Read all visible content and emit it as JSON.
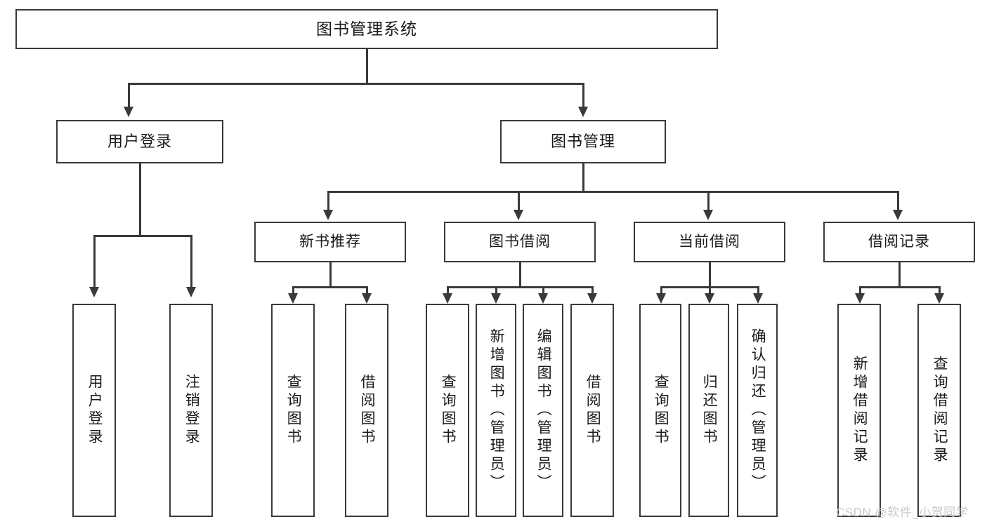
{
  "diagram": {
    "title": "图书管理系统",
    "type": "tree",
    "root": {
      "label": "图书管理系统",
      "children": [
        {
          "label": "用户登录",
          "children": [
            {
              "label": "用户登录"
            },
            {
              "label": "注销登录"
            }
          ]
        },
        {
          "label": "图书管理",
          "children": [
            {
              "label": "新书推荐",
              "children": [
                {
                  "label": "查询图书"
                },
                {
                  "label": "借阅图书"
                }
              ]
            },
            {
              "label": "图书借阅",
              "children": [
                {
                  "label": "查询图书"
                },
                {
                  "label": "新增图书（管理员）"
                },
                {
                  "label": "编辑图书（管理员）"
                },
                {
                  "label": "借阅图书"
                }
              ]
            },
            {
              "label": "当前借阅",
              "children": [
                {
                  "label": "查询图书"
                },
                {
                  "label": "归还图书"
                },
                {
                  "label": "确认归还（管理员）"
                }
              ]
            },
            {
              "label": "借阅记录",
              "children": [
                {
                  "label": "新增借阅记录"
                },
                {
                  "label": "查询借阅记录"
                }
              ]
            }
          ]
        }
      ]
    }
  },
  "watermark": {
    "text": "CSDN @软件_小贺同学"
  },
  "colors": {
    "stroke": "#3a3a3a",
    "background": "#ffffff",
    "text": "#1a1a1a",
    "watermark": "#c9c9c9"
  }
}
